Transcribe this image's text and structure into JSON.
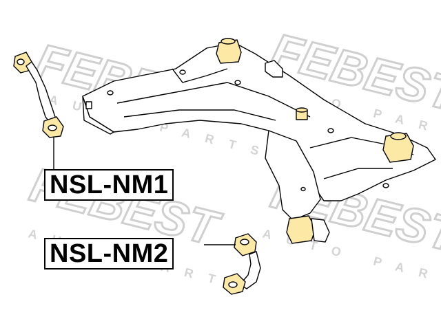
{
  "watermark": {
    "brand": "FEBEST",
    "tagline": "AUTO PARTS"
  },
  "labels": {
    "part_1": "NSL-NM1",
    "part_2": "NSL-NM2"
  },
  "colors": {
    "line": "#000000",
    "fill": "#fde9a6",
    "watermark": "#d8d8d8",
    "background": "#ffffff"
  }
}
